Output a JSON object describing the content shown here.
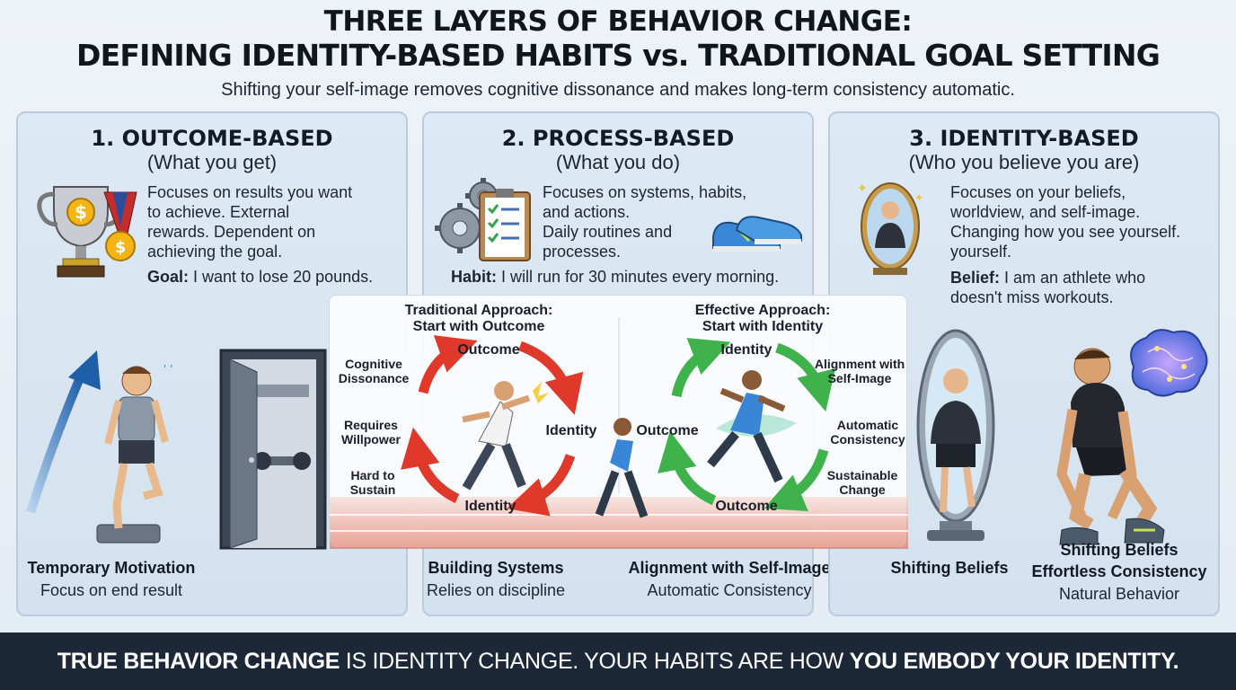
{
  "header": {
    "title_line1": "THREE LAYERS OF BEHAVIOR CHANGE:",
    "title_line2": "DEFINING IDENTITY-BASED HABITS vs. TRADITIONAL GOAL SETTING",
    "subtitle": "Shifting your self-image removes cognitive dissonance and makes long-term consistency automatic."
  },
  "panels": [
    {
      "title": "1. OUTCOME-BASED",
      "subtitle": "(What you get)",
      "description": [
        "Focuses on results you want",
        "to achieve. External",
        "rewards. Dependent on",
        "achieving the goal."
      ],
      "example_label": "Goal:",
      "example_text": "I want to lose 20 pounds.",
      "caption_bold": "Temporary Motivation",
      "caption_text": "Focus on end result",
      "icons": [
        "trophy-icon",
        "medal-icon",
        "growth-arrow-icon",
        "scale-person-icon",
        "gym-door-icon"
      ]
    },
    {
      "title": "2. PROCESS-BASED",
      "subtitle": "(What you do)",
      "description": [
        "Focuses on systems, habits,",
        "and actions.",
        "Daily routines and",
        "processes."
      ],
      "example_label": "Habit:",
      "example_text": "I will run for 30 minutes every morning.",
      "caption_left_bold": "Building Systems",
      "caption_left_text": "Relies on discipline",
      "caption_right_bold": "Alignment with Self-Image",
      "caption_right_text": "Automatic Consistency",
      "icons": [
        "gears-icon",
        "checklist-icon",
        "sneakers-icon",
        "runner-icon"
      ]
    },
    {
      "title": "3. IDENTITY-BASED",
      "subtitle": "(Who you believe you are)",
      "description": [
        "Focuses on your beliefs,",
        "worldview, and self-image.",
        "Changing how you see yourself.",
        "yourself."
      ],
      "example_label": "Belief:",
      "example_text_line1": "I am an athlete who",
      "example_text_line2": "doesn't miss workouts.",
      "caption_left_bold": "Shifting Beliefs",
      "caption_right_bold_1": "Shifting Beliefs",
      "caption_right_bold_2": "Effortless Consistency",
      "caption_right_text": "Natural Behavior",
      "icons": [
        "mirror-icon",
        "brain-icon",
        "athlete-icon"
      ]
    }
  ],
  "comparison": {
    "traditional": {
      "heading_line1": "Traditional Approach:",
      "heading_line2": "Start with Outcome",
      "top": "Outcome",
      "right": "Identity",
      "bottom": "Identity",
      "side_labels": [
        "Cognitive Dissonance",
        "Requires Willpower",
        "Hard to Sustain"
      ],
      "color": "#e0392b"
    },
    "effective": {
      "heading_line1": "Effective Approach:",
      "heading_line2": "Start with Identity",
      "top": "Identity",
      "left": "Outcome",
      "bottom": "Outcome",
      "side_labels": [
        "Alignment with Self-Image",
        "Automatic Consistency",
        "Sustainable Change"
      ],
      "color": "#3fb24c"
    }
  },
  "footer": {
    "bold_1": "TRUE BEHAVIOR CHANGE",
    "text_1": " IS IDENTITY CHANGE. YOUR HABITS ARE HOW ",
    "bold_2": "YOU EMBODY YOUR IDENTITY."
  },
  "colors": {
    "panel_bg": "#d9e6f2",
    "panel_border": "#b9cbdc",
    "footer_bg": "#1c2738",
    "red_cycle": "#e0392b",
    "green_cycle": "#3fb24c"
  }
}
